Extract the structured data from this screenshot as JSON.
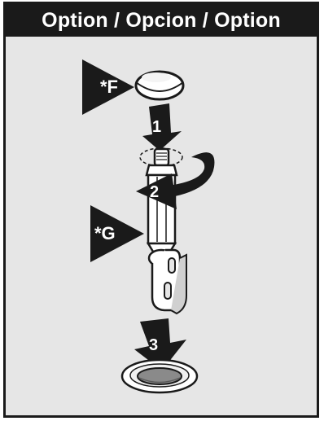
{
  "title": "Option / Opcion / Option",
  "callouts": {
    "part_f": "*F",
    "part_g": "*G"
  },
  "steps": {
    "step_1": "1",
    "step_2": "2",
    "step_3": "3"
  },
  "colors": {
    "header_bg": "#1a1a1a",
    "panel_bg": "#e6e6e6",
    "ink": "#1a1a1a",
    "part_fill": "#ffffff"
  }
}
